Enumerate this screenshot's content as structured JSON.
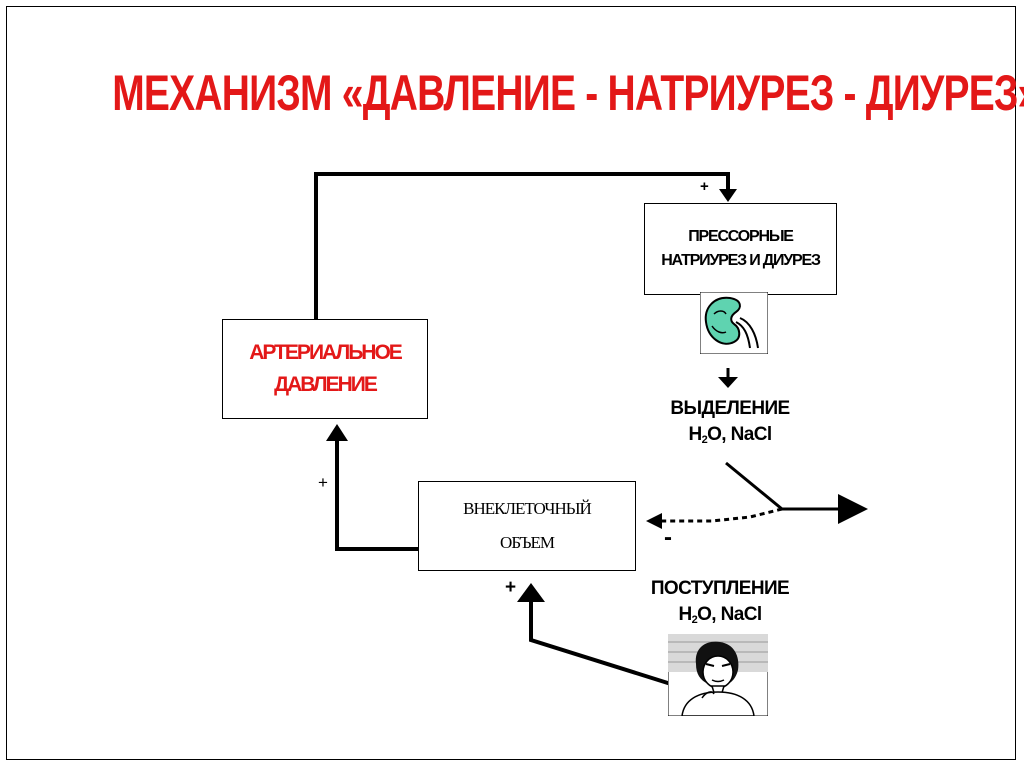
{
  "title": "МЕХАНИЗМ  «ДАВЛЕНИЕ - НАТРИУРЕЗ - ДИУРЕЗ»",
  "nodes": {
    "pressor": {
      "line1": "ПРЕССОРНЫЕ",
      "line2": "НАТРИУРЕЗ И ДИУРЕЗ"
    },
    "arterial": {
      "line1": "АРТЕРИАЛЬНОЕ",
      "line2": "ДАВЛЕНИЕ"
    },
    "extracellular": {
      "line1": "ВНЕКЛЕТОЧНЫЙ",
      "line2": "ОБЪЕМ"
    },
    "excretion": {
      "line1": "ВЫДЕЛЕНИЕ",
      "line2_pre": "H",
      "line2_sub": "2",
      "line2_post": "O, NaCl"
    },
    "intake": {
      "line1": "ПОСТУПЛЕНИЕ",
      "line2_pre": "H",
      "line2_sub": "2",
      "line2_post": "O, NaCl"
    }
  },
  "signs": {
    "top": "+",
    "left": "+",
    "bottom": "+",
    "minus": "-"
  },
  "icons": {
    "kidney": "kidney-icon",
    "drinker": "person-drinking-icon"
  },
  "colors": {
    "title": "#e31818",
    "arterial_text": "#e31818",
    "kidney_fill": "#5fd3b0"
  }
}
